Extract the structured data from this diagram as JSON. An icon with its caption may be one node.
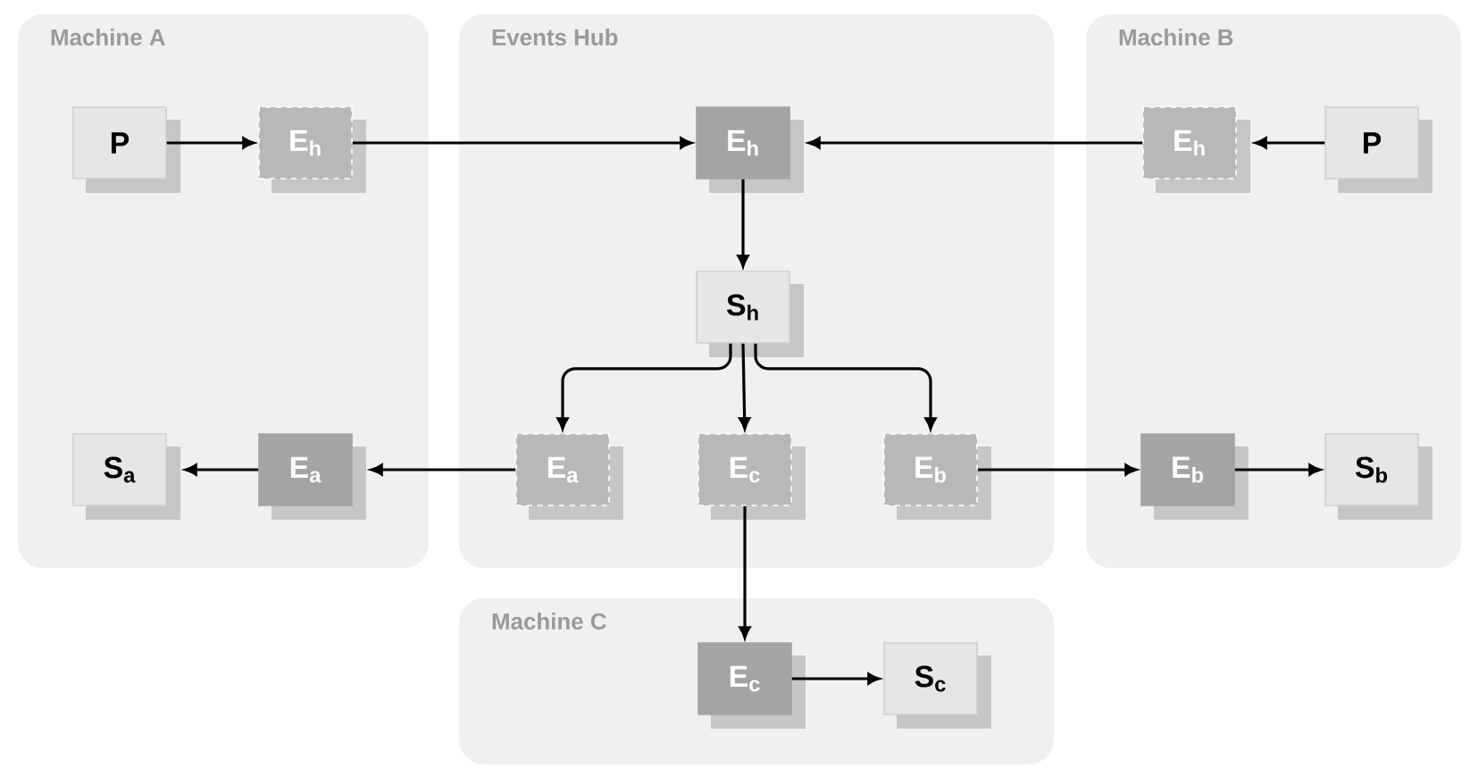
{
  "diagram": {
    "nodes": [
      {
        "text": [
          "Machine A"
        ]
      },
      {
        "text": [
          "P"
        ],
        "in": 0
      },
      {
        "text": [
          "E$_{h}$"
        ],
        "in": 0
      },
      {
        "text": [
          "Events Hub"
        ]
      },
      {
        "text": [
          "E$_{h}$"
        ],
        "in": 3
      },
      {
        "text": [
          "Machine B"
        ]
      },
      {
        "text": [
          "E$_{h}$"
        ],
        "in": 5
      },
      {
        "text": [
          "P"
        ],
        "in": 5
      },
      {
        "text": [
          "S$_{h}$"
        ],
        "in": 3
      },
      {
        "text": [
          "S$_{a}$"
        ],
        "in": 0
      },
      {
        "text": [
          "E$_{a}$"
        ],
        "in": 0
      },
      {
        "text": [
          "E$_{a}$"
        ],
        "in": 3
      },
      {
        "text": [
          "E$_{c}$"
        ],
        "in": 3
      },
      {
        "text": [
          "E$_{b}$"
        ],
        "in": 3
      },
      {
        "text": [
          "E$_{b}$"
        ],
        "in": 5
      },
      {
        "text": [
          "S$_{b}$"
        ],
        "in": 5
      },
      {
        "text": [
          "Machine C"
        ]
      },
      {
        "text": [
          "E$_{c}$"
        ],
        "in": 16
      },
      {
        "text": [
          "S$_{c}$"
        ],
        "in": 16
      }
    ],
    "edges": [
      {
        "from": 1,
        "to": 2,
        "arrow": "to"
      },
      {
        "from": 2,
        "to": 4,
        "arrow": "to"
      },
      {
        "from": 7,
        "to": 6,
        "arrow": "to"
      },
      {
        "from": 6,
        "to": 4,
        "arrow": "to"
      },
      {
        "from": 4,
        "to": 8,
        "arrow": "to"
      },
      {
        "from": 8,
        "to": 11,
        "arrow": "to"
      },
      {
        "from": 8,
        "to": 12,
        "arrow": "to"
      },
      {
        "from": 8,
        "to": 13,
        "arrow": "to"
      },
      {
        "from": 11,
        "to": 10,
        "arrow": "to"
      },
      {
        "from": 10,
        "to": 9,
        "arrow": "to"
      },
      {
        "from": 13,
        "to": 14,
        "arrow": "to"
      },
      {
        "from": 14,
        "to": 15,
        "arrow": "to"
      },
      {
        "from": 12,
        "to": 17,
        "arrow": "to"
      },
      {
        "from": 17,
        "to": 18,
        "arrow": "to"
      }
    ]
  }
}
